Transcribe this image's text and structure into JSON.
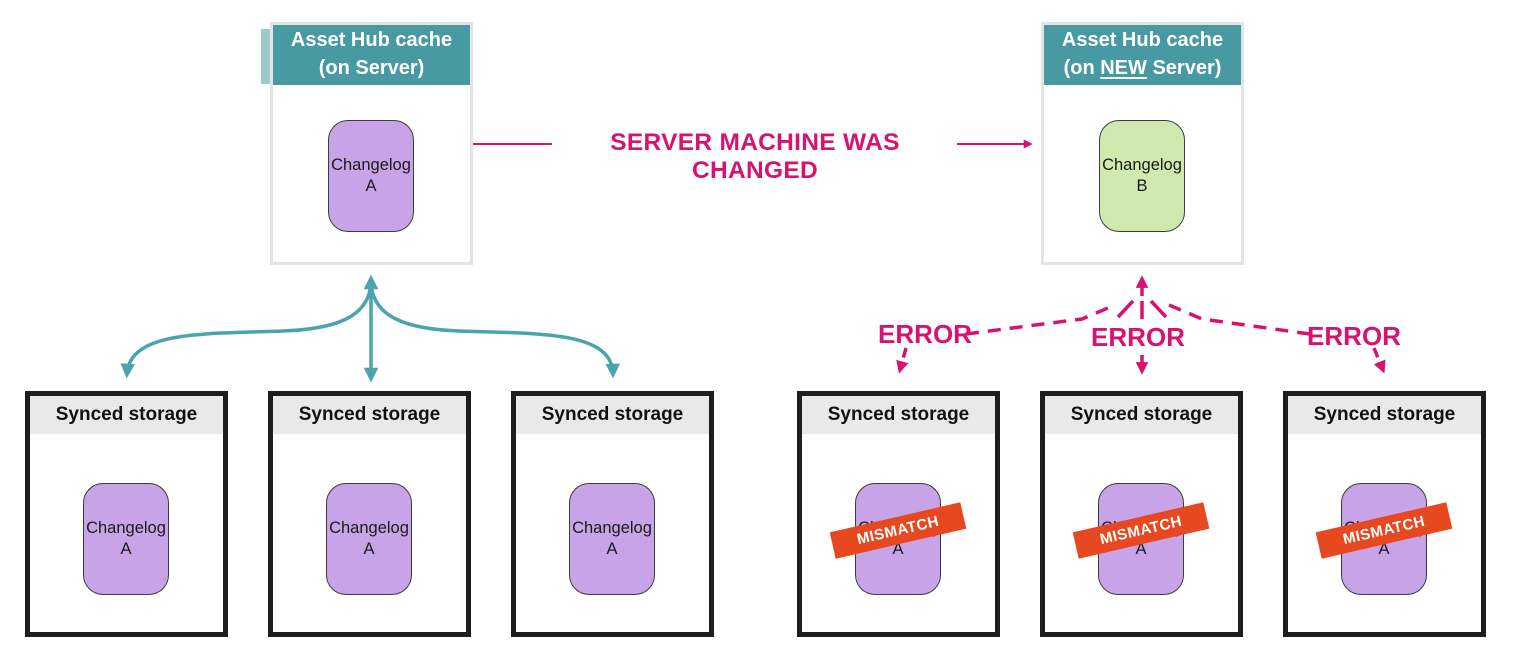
{
  "diagram": {
    "center_arrow_label": "SERVER MACHINE WAS CHANGED",
    "error_labels": [
      "ERROR",
      "ERROR",
      "ERROR"
    ],
    "mismatch_label": "MISMATCH"
  },
  "hub_left": {
    "title_line1": "Asset Hub cache",
    "title_line2": "(on Server)",
    "chip_line1": "Changelog",
    "chip_line2": "A"
  },
  "hub_right": {
    "title_line1": "Asset Hub cache",
    "title_line2_prefix": "(on ",
    "title_line2_underlined": "NEW",
    "title_line2_suffix": " Server)",
    "chip_line1": "Changelog",
    "chip_line2": "B"
  },
  "storage": {
    "boxes": [
      {
        "title": "Synced storage",
        "chip_line1": "Changelog",
        "chip_line2": "A"
      },
      {
        "title": "Synced storage",
        "chip_line1": "Changelog",
        "chip_line2": "A"
      },
      {
        "title": "Synced storage",
        "chip_line1": "Changelog",
        "chip_line2": "A"
      },
      {
        "title": "Synced storage",
        "chip_line1": "Changelog",
        "chip_line2": "A",
        "badge": "MISMATCH"
      },
      {
        "title": "Synced storage",
        "chip_line1": "Changelog",
        "chip_line2": "A",
        "badge": "MISMATCH"
      },
      {
        "title": "Synced storage",
        "chip_line1": "Changelog",
        "chip_line2": "A",
        "badge": "MISMATCH"
      }
    ]
  },
  "colors": {
    "teal_header": "#4799a2",
    "teal_arrow": "#4ba4ad",
    "magenta": "#d7136f",
    "purple_chip": "#c9a3e8",
    "green_chip": "#cfe9ae",
    "banner_bg": "#e8481f",
    "storage_header_bg": "#e9e9e9",
    "storage_border": "#1e1e1e",
    "hub_border": "#e4e4e4"
  }
}
